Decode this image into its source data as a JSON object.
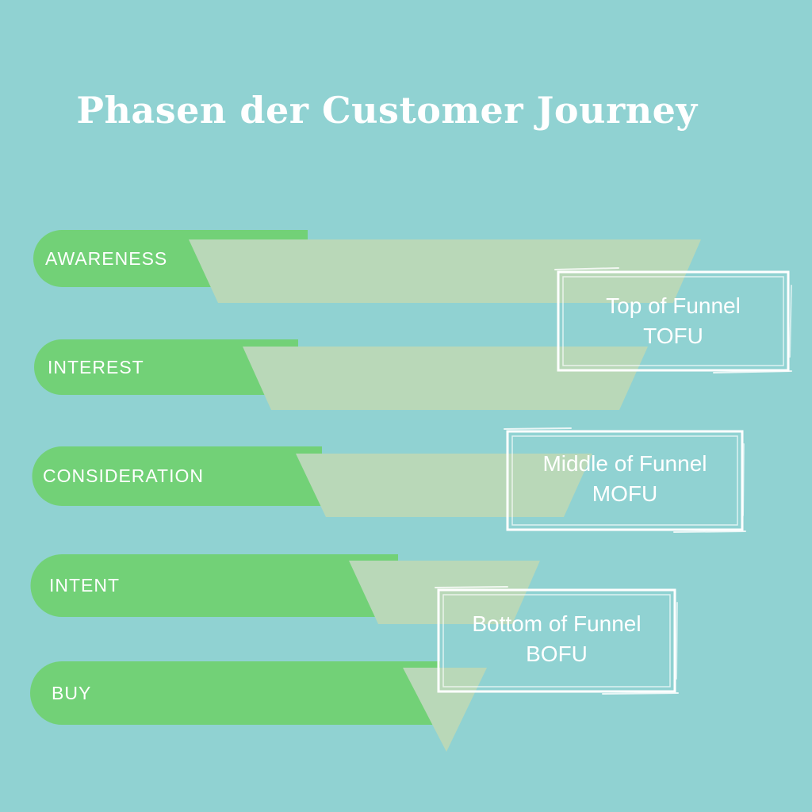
{
  "title": "Phasen der Customer Journey",
  "colors": {
    "background": "#90d2d2",
    "stage_bar": "#72d177",
    "funnel": "#b9d8b8",
    "text": "#ffffff"
  },
  "stages": [
    {
      "label": "AWARENESS"
    },
    {
      "label": "INTEREST"
    },
    {
      "label": "CONSIDERATION"
    },
    {
      "label": "INTENT"
    },
    {
      "label": "BUY"
    }
  ],
  "funnel_sections": [
    {
      "line1": "Top of Funnel",
      "line2": "TOFU"
    },
    {
      "line1": "Middle of Funnel",
      "line2": "MOFU"
    },
    {
      "line1": "Bottom of Funnel",
      "line2": "BOFU"
    }
  ]
}
